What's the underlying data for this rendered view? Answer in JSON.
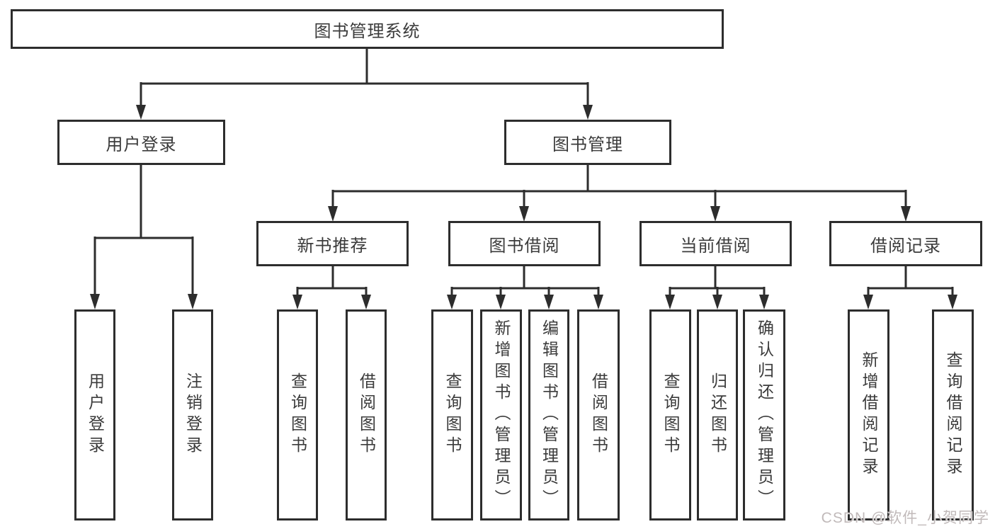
{
  "tree": {
    "label": "图书管理系统",
    "children": [
      {
        "label": "用户登录",
        "children": [
          {
            "label": "用户登录"
          },
          {
            "label": "注销登录"
          }
        ]
      },
      {
        "label": "图书管理",
        "children": [
          {
            "label": "新书推荐",
            "children": [
              {
                "label": "查询图书"
              },
              {
                "label": "借阅图书"
              }
            ]
          },
          {
            "label": "图书借阅",
            "children": [
              {
                "label": "查询图书"
              },
              {
                "label": "新增图书（管理员）"
              },
              {
                "label": "编辑图书（管理员）"
              },
              {
                "label": "借阅图书"
              }
            ]
          },
          {
            "label": "当前借阅",
            "children": [
              {
                "label": "查询图书"
              },
              {
                "label": "归还图书"
              },
              {
                "label": "确认归还（管理员）"
              }
            ]
          },
          {
            "label": "借阅记录",
            "children": [
              {
                "label": "新增借阅记录"
              },
              {
                "label": "查询借阅记录"
              }
            ]
          }
        ]
      }
    ]
  },
  "watermark": "CSDN @软件_小贺同学",
  "colors": {
    "line": "#2d2d2d",
    "box_border": "#2d2d2d",
    "text": "#3b3b3b",
    "watermark": "#c1baba",
    "background": "#ffffff"
  }
}
